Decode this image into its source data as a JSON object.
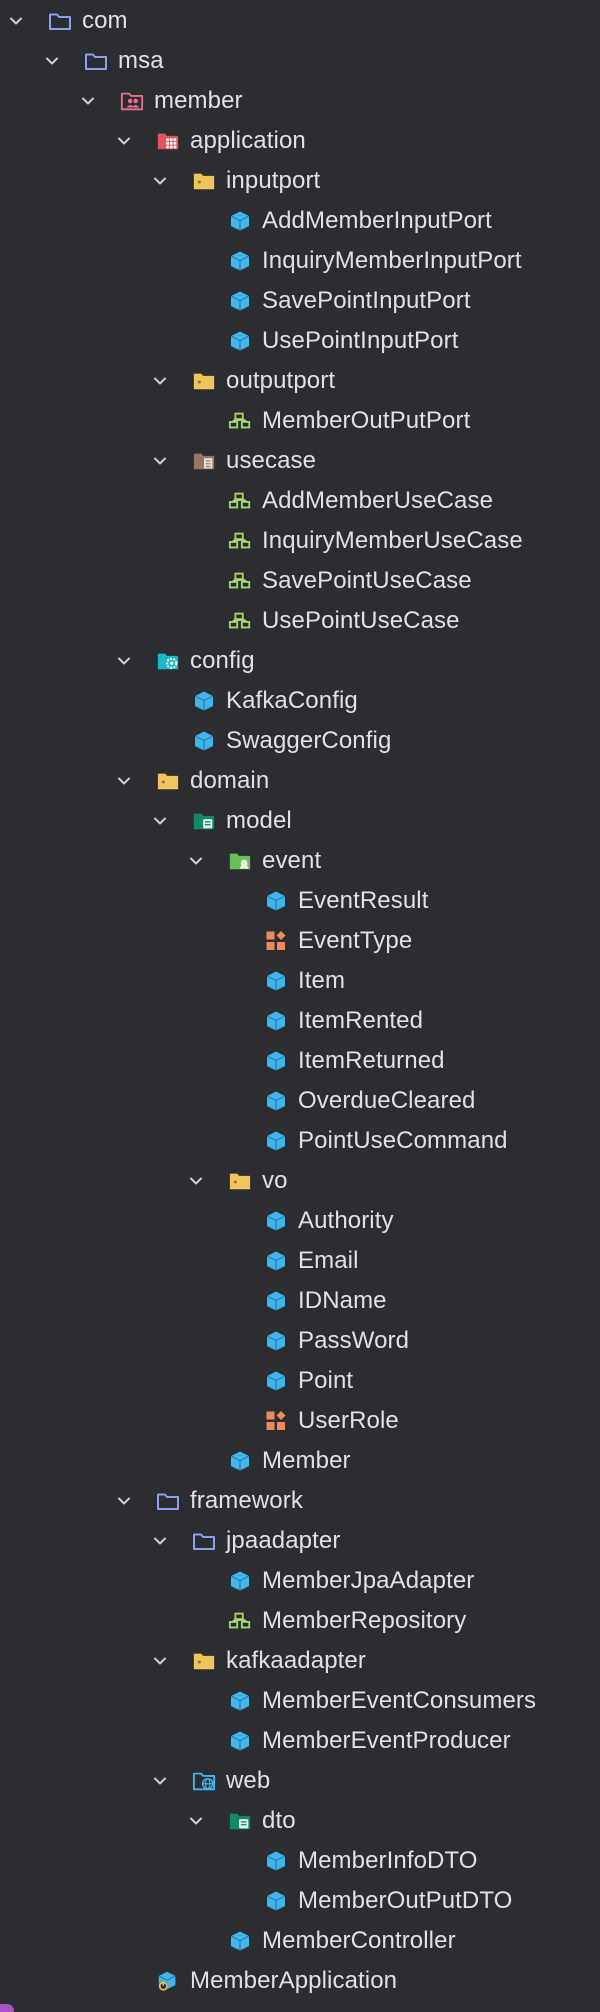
{
  "tree": [
    {
      "label": "com",
      "depth": 0,
      "icon": "folder-icon",
      "expanded": true
    },
    {
      "label": "msa",
      "depth": 1,
      "icon": "folder-icon",
      "expanded": true
    },
    {
      "label": "member",
      "depth": 2,
      "icon": "module-folder-icon",
      "expanded": true
    },
    {
      "label": "application",
      "depth": 3,
      "icon": "grid-folder-icon",
      "expanded": true
    },
    {
      "label": "inputport",
      "depth": 4,
      "icon": "package-folder-icon",
      "expanded": true
    },
    {
      "label": "AddMemberInputPort",
      "depth": 5,
      "icon": "class-icon"
    },
    {
      "label": "InquiryMemberInputPort",
      "depth": 5,
      "icon": "class-icon"
    },
    {
      "label": "SavePointInputPort",
      "depth": 5,
      "icon": "class-icon"
    },
    {
      "label": "UsePointInputPort",
      "depth": 5,
      "icon": "class-icon"
    },
    {
      "label": "outputport",
      "depth": 4,
      "icon": "package-folder-icon",
      "expanded": true
    },
    {
      "label": "MemberOutPutPort",
      "depth": 5,
      "icon": "interface-icon"
    },
    {
      "label": "usecase",
      "depth": 4,
      "icon": "usecase-folder-icon",
      "expanded": true
    },
    {
      "label": "AddMemberUseCase",
      "depth": 5,
      "icon": "interface-icon"
    },
    {
      "label": "InquiryMemberUseCase",
      "depth": 5,
      "icon": "interface-icon"
    },
    {
      "label": "SavePointUseCase",
      "depth": 5,
      "icon": "interface-icon"
    },
    {
      "label": "UsePointUseCase",
      "depth": 5,
      "icon": "interface-icon"
    },
    {
      "label": "config",
      "depth": 3,
      "icon": "config-folder-icon",
      "expanded": true
    },
    {
      "label": "KafkaConfig",
      "depth": 4,
      "icon": "class-icon"
    },
    {
      "label": "SwaggerConfig",
      "depth": 4,
      "icon": "class-icon"
    },
    {
      "label": "domain",
      "depth": 3,
      "icon": "package-folder-icon",
      "expanded": true
    },
    {
      "label": "model",
      "depth": 4,
      "icon": "model-folder-icon",
      "expanded": true
    },
    {
      "label": "event",
      "depth": 5,
      "icon": "event-folder-icon",
      "expanded": true
    },
    {
      "label": "EventResult",
      "depth": 6,
      "icon": "class-icon"
    },
    {
      "label": "EventType",
      "depth": 6,
      "icon": "enum-icon"
    },
    {
      "label": "Item",
      "depth": 6,
      "icon": "class-icon"
    },
    {
      "label": "ItemRented",
      "depth": 6,
      "icon": "class-icon"
    },
    {
      "label": "ItemReturned",
      "depth": 6,
      "icon": "class-icon"
    },
    {
      "label": "OverdueCleared",
      "depth": 6,
      "icon": "class-icon"
    },
    {
      "label": "PointUseCommand",
      "depth": 6,
      "icon": "class-icon"
    },
    {
      "label": "vo",
      "depth": 5,
      "icon": "package-folder-icon",
      "expanded": true
    },
    {
      "label": "Authority",
      "depth": 6,
      "icon": "class-icon"
    },
    {
      "label": "Email",
      "depth": 6,
      "icon": "class-icon"
    },
    {
      "label": "IDName",
      "depth": 6,
      "icon": "class-icon"
    },
    {
      "label": "PassWord",
      "depth": 6,
      "icon": "class-icon"
    },
    {
      "label": "Point",
      "depth": 6,
      "icon": "class-icon"
    },
    {
      "label": "UserRole",
      "depth": 6,
      "icon": "enum-icon"
    },
    {
      "label": "Member",
      "depth": 5,
      "icon": "class-icon"
    },
    {
      "label": "framework",
      "depth": 3,
      "icon": "folder-icon",
      "expanded": true
    },
    {
      "label": "jpaadapter",
      "depth": 4,
      "icon": "folder-icon",
      "expanded": true
    },
    {
      "label": "MemberJpaAdapter",
      "depth": 5,
      "icon": "class-icon"
    },
    {
      "label": "MemberRepository",
      "depth": 5,
      "icon": "interface-icon"
    },
    {
      "label": "kafkaadapter",
      "depth": 4,
      "icon": "package-folder-icon",
      "expanded": true
    },
    {
      "label": "MemberEventConsumers",
      "depth": 5,
      "icon": "class-icon"
    },
    {
      "label": "MemberEventProducer",
      "depth": 5,
      "icon": "class-icon"
    },
    {
      "label": "web",
      "depth": 4,
      "icon": "web-folder-icon",
      "expanded": true
    },
    {
      "label": "dto",
      "depth": 5,
      "icon": "model-folder-icon",
      "expanded": true
    },
    {
      "label": "MemberInfoDTO",
      "depth": 6,
      "icon": "class-icon"
    },
    {
      "label": "MemberOutPutDTO",
      "depth": 6,
      "icon": "class-icon"
    },
    {
      "label": "MemberController",
      "depth": 5,
      "icon": "class-icon"
    },
    {
      "label": "MemberApplication",
      "depth": 3,
      "icon": "spring-boot-class-icon"
    }
  ],
  "colors": {
    "background": "#2b2d30",
    "text": "#dfe1e5",
    "chevron": "#cdd0d6",
    "folder_outline": "#8aa1f2",
    "package_folder": "#f2c55c",
    "class_blue": "#3fb6f0",
    "interface_green": "#a7d56a",
    "enum_orange": "#ef8a5a",
    "module_pink": "#e5718f",
    "grid_red": "#e4545c",
    "config_teal": "#15b9c8",
    "model_green": "#12876b",
    "event_green": "#6bbf59",
    "usecase_brown": "#9a7662"
  }
}
